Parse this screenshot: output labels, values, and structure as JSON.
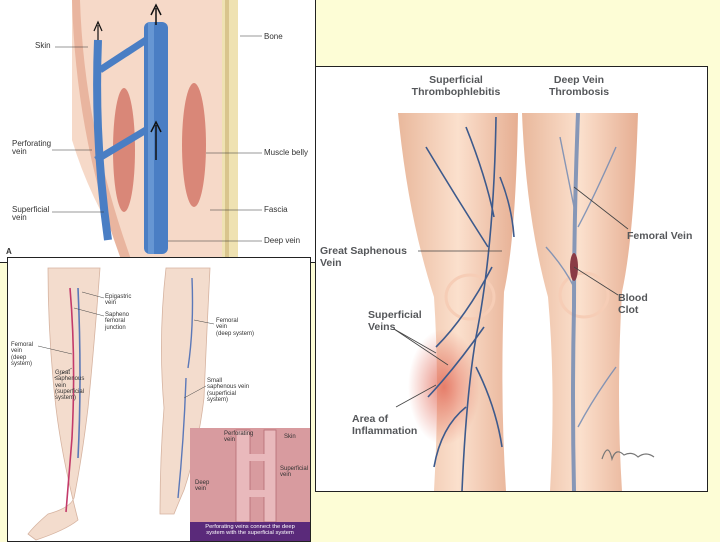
{
  "panel_a": {
    "letter": "A",
    "labels": {
      "skin": "Skin",
      "bone": "Bone",
      "perforating_vein": "Perforating\nvein",
      "muscle_belly": "Muscle belly",
      "superficial_vein": "Superficial\nvein",
      "fascia": "Fascia",
      "deep_vein": "Deep vein"
    }
  },
  "panel_b": {
    "headings": {
      "superficial": "Superficial\nThrombophlebitis",
      "deep": "Deep Vein\nThrombosis"
    },
    "labels": {
      "great_saphenous": "Great Saphenous\nVein",
      "superficial_veins": "Superficial\nVeins",
      "area_inflammation": "Area of\nInflammation",
      "femoral_vein": "Femoral Vein",
      "blood_clot": "Blood\nClot"
    },
    "signature": "Burke"
  },
  "panel_c": {
    "labels": {
      "epigastric_vein": "Epigastric\nvein",
      "saphenofemoral_junction": "Sapheno\nfemoral\njunction",
      "femoral_vein_deep": "Femoral\nvein\n(deep\nsystem)",
      "great_saphenous_superficial": "Great\nsaphenous\nvein\n(superficial\nsystem)",
      "femoral_vein_right": "Femoral\nvein\n(deep system)",
      "small_saphenous": "Small\nsaphenous vein\n(superficial\nsystem)"
    },
    "inset_labels": {
      "perforating_vein": "Perforating\nvein",
      "skin": "Skin",
      "deep_vein": "Deep\nvein",
      "superficial_vein": "Superficial\nvein"
    },
    "caption": "Perforating veins connect the deep\nsystem with the superficial system"
  }
}
